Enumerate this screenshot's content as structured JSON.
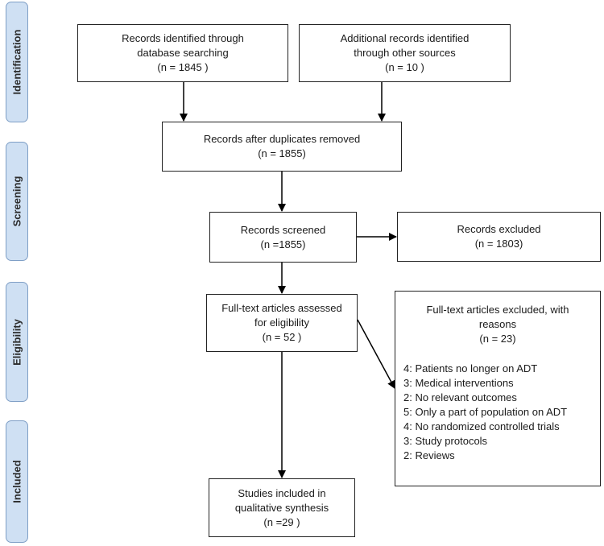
{
  "stages": {
    "identification": "Identification",
    "screening": "Screening",
    "eligibility": "Eligibility",
    "included": "Included"
  },
  "boxes": {
    "database": {
      "line1": "Records identified through",
      "line2": "database searching",
      "line3": "(n = 1845  )"
    },
    "other_sources": {
      "line1": "Additional records identified",
      "line2": "through other sources",
      "line3": "(n = 10  )"
    },
    "after_duplicates": {
      "line1": "Records after duplicates removed",
      "line2": "(n = 1855)"
    },
    "screened": {
      "line1": "Records screened",
      "line2": "(n =1855)"
    },
    "excluded": {
      "line1": "Records excluded",
      "line2": "(n = 1803)"
    },
    "fulltext_assessed": {
      "line1": "Full-text articles assessed",
      "line2": "for eligibility",
      "line3": "(n = 52   )"
    },
    "fulltext_excluded": {
      "line1": "Full-text articles excluded, with",
      "line2": "reasons",
      "line3": "(n = 23)",
      "reasons": [
        "4: Patients no longer on ADT",
        "3: Medical interventions",
        "2: No relevant outcomes",
        "5: Only a part of population on ADT",
        "4: No randomized controlled trials",
        "3: Study protocols",
        "2: Reviews"
      ]
    },
    "included": {
      "line1": "Studies included in",
      "line2": "qualitative synthesis",
      "line3": "(n =29  )"
    }
  },
  "colors": {
    "stage_fill": "#cfe0f3",
    "stage_border": "#7f9fc6",
    "box_border": "#222222",
    "arrow": "#000000"
  }
}
